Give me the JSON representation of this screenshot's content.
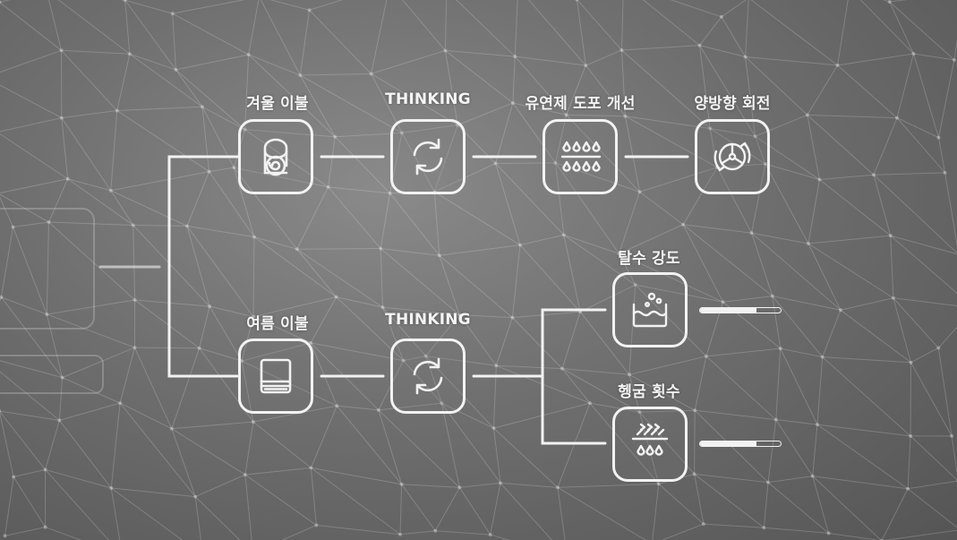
{
  "colors": {
    "line": "#f2f2f2"
  },
  "nodes": {
    "winter": {
      "label": "겨울 이불",
      "icon": "blanket-roll-icon"
    },
    "thinking_top": {
      "label": "THINKING",
      "icon": "refresh-cycle-icon"
    },
    "softener": {
      "label": "유연제 도포 개선",
      "icon": "water-drops-icon"
    },
    "rotation": {
      "label": "양방향 회전",
      "icon": "bidirectional-drum-icon"
    },
    "summer": {
      "label": "여름 이불",
      "icon": "folded-blanket-icon"
    },
    "thinking_bottom": {
      "label": "THINKING",
      "icon": "refresh-cycle-icon"
    },
    "spin": {
      "label": "탈수 강도",
      "icon": "basin-bubbles-icon",
      "level": 0.7
    },
    "rinse": {
      "label": "헹굼 횟수",
      "icon": "rinse-drops-icon",
      "level": 0.7
    }
  }
}
